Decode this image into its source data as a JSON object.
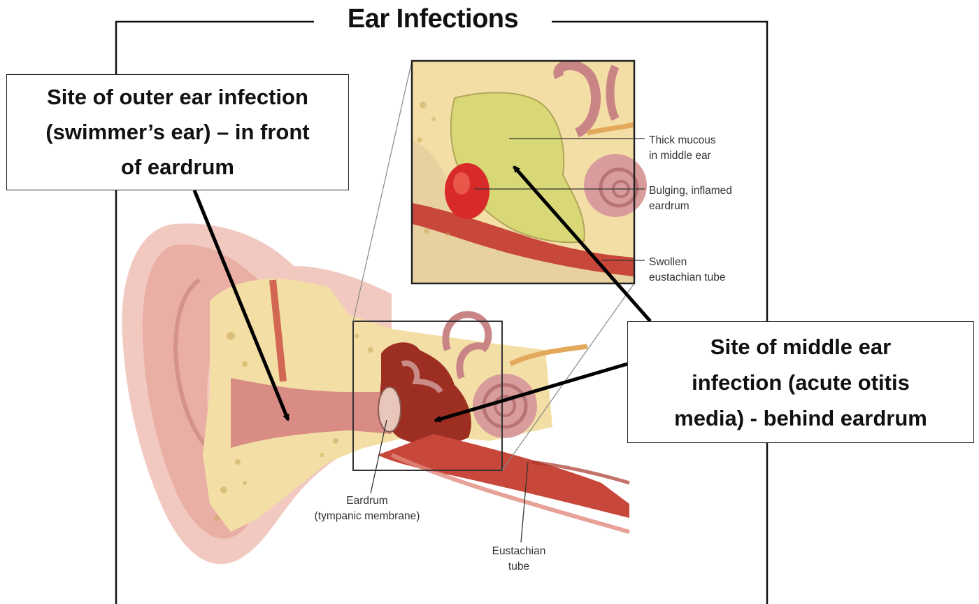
{
  "title": "Ear Infections",
  "callouts": {
    "outer": {
      "lines": [
        "Site of outer ear infection",
        "(swimmer’s ear) – in front",
        "of eardrum"
      ]
    },
    "middle": {
      "lines": [
        "Site of middle ear",
        "infection (acute otitis",
        "media) - behind eardrum"
      ]
    }
  },
  "inset_labels": {
    "mucous": [
      "Thick mucous",
      "in middle ear"
    ],
    "eardrum_inflamed": [
      "Bulging, inflamed",
      "eardrum"
    ],
    "eustachian_swollen": [
      "Swollen",
      "eustachian tube"
    ]
  },
  "labels": {
    "eardrum": [
      "Eardrum",
      "(tympanic membrane)"
    ],
    "eustachian": [
      "Eustachian",
      "tube"
    ]
  },
  "colors": {
    "skin": "#f2c9c0",
    "bone": "#f3dfa5",
    "mucous": "#d8d877",
    "muscle": "#c7473a",
    "middle_ear": "#9c2f22",
    "eardrum_red": "#d92a2a"
  }
}
